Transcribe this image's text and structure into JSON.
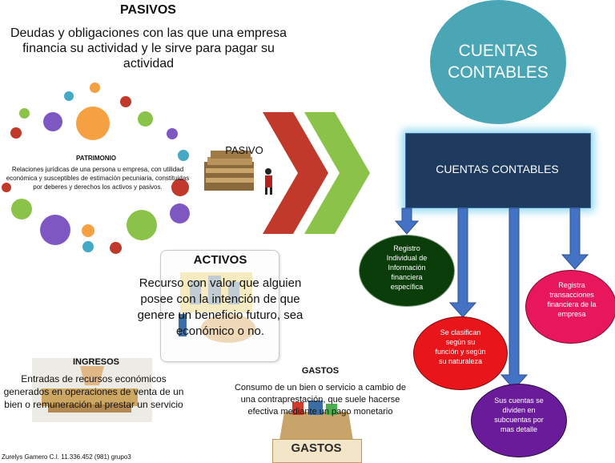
{
  "pasivos": {
    "title": "PASIVOS",
    "description": "Deudas y obligaciones con las que una empresa financia su actividad y le sirve para pagar su actividad"
  },
  "patrimonio": {
    "title": "PATRIMONIO",
    "description": "Relaciones jurídicas de una persona u empresa, con utilidad económica y susceptibles de estimación pecuniaria, constituidas por deberes y derechos los activos y pasivos."
  },
  "pasivo_label": "PASIVO",
  "activos": {
    "title": "ACTIVOS",
    "description": "Recurso con valor que alguien posee con la intención de que genere un beneficio futuro, sea económico o no."
  },
  "ingresos": {
    "title": "INGRESOS",
    "description": "Entradas de recursos económicos generados en operaciones de venta de un bien o remuneración al prestar un servicio"
  },
  "gastos": {
    "title": "GASTOS",
    "description": "Consumo de un bien o servicio a cambio de una contraprestación, que suele hacerse efectiva mediante un pago monetario",
    "sign": "GASTOS"
  },
  "footer": "Zurelys Gamero C.I. 11.336.452 (981) grupo3",
  "main_title": "CUENTAS CONTABLES",
  "box_label": "CUENTAS CONTABLES",
  "nodes": [
    {
      "text": "Registro Individual de Información financiera específica",
      "color": "#0b3d0b"
    },
    {
      "text": "Se clasifican según su función y según su naturaleza",
      "color": "#e8151b"
    },
    {
      "text": "Sus cuentas se dividen en subcuentas por mas detalle",
      "color": "#6a1b9a"
    },
    {
      "text": "Registra transacciones financiera de la empresa",
      "color": "#e8175d"
    }
  ],
  "colors": {
    "circle": "#4aa6b5",
    "box": "#1e3a5f",
    "arrow": "#4472c4",
    "chevron_red": "#c0392b",
    "chevron_green": "#8bc34a"
  },
  "icons": [
    "money-stack-icon",
    "businessman-icon",
    "coin-hand-icon",
    "gastos-box-icon"
  ]
}
